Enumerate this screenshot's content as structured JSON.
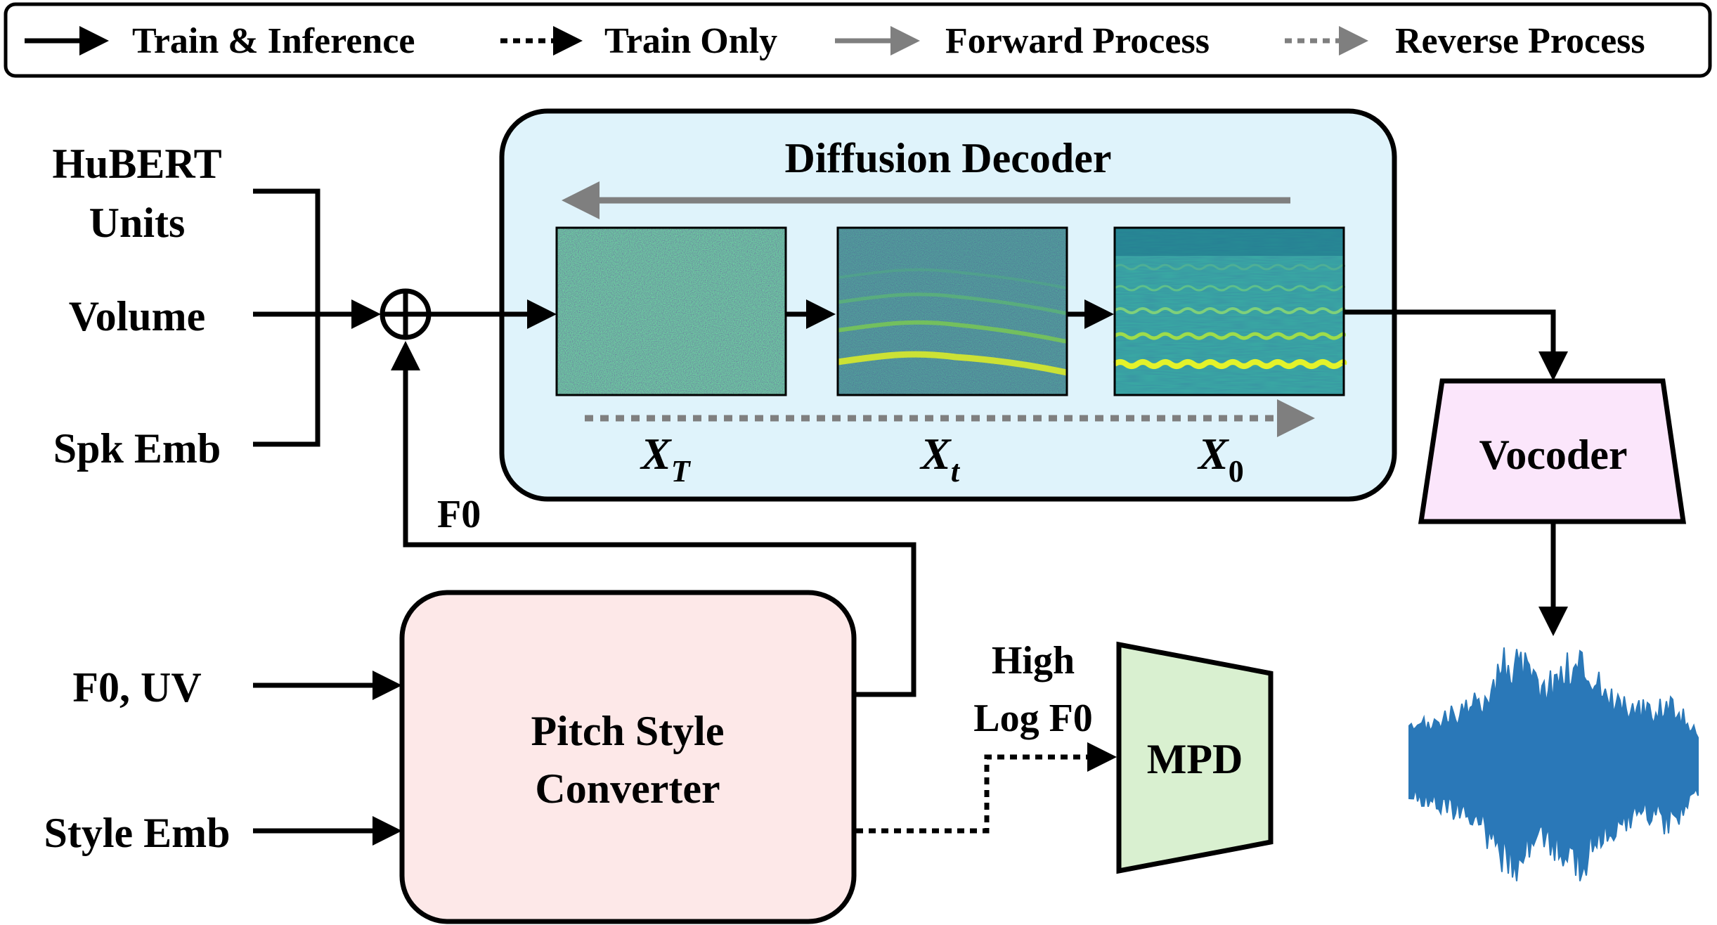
{
  "legend": {
    "train_inference": "Train & Inference",
    "train_only": "Train Only",
    "forward_process": "Forward Process",
    "reverse_process": "Reverse Process"
  },
  "inputs": {
    "hubert_line1": "HuBERT",
    "hubert_line2": "Units",
    "volume": "Volume",
    "spk_emb": "Spk Emb",
    "f0_uv": "F0, UV",
    "style_emb": "Style Emb"
  },
  "decoder": {
    "title": "Diffusion Decoder",
    "x_T": {
      "base": "X",
      "sub": "T"
    },
    "x_t": {
      "base": "X",
      "sub": "t"
    },
    "x_0": {
      "base": "X",
      "sub": "0"
    }
  },
  "f0_label": "F0",
  "pitch_converter": {
    "line1": "Pitch Style",
    "line2": "Converter"
  },
  "high_log_f0": {
    "line1": "High",
    "line2": "Log F0"
  },
  "mpd": "MPD",
  "vocoder": "Vocoder",
  "colors": {
    "decoder_fill": "#dff3fb",
    "pitch_fill": "#fde8e8",
    "mpd_fill": "#d9f0d0",
    "vocoder_fill": "#fbe6fb",
    "gray_arrow": "#7f7f7f",
    "waveform": "#2a78b8",
    "spectrogram_dark": "#2c1a5c",
    "spectrogram_mid": "#1f8a8a",
    "spectrogram_bright": "#d9ea2a"
  }
}
